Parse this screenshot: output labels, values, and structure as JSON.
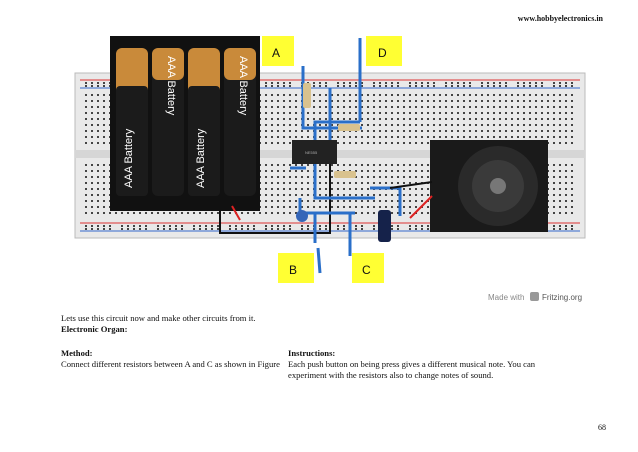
{
  "header": {
    "website": "www.hobbyelectronics.in"
  },
  "figure": {
    "labels": {
      "a": "A",
      "b": "B",
      "c": "C",
      "d": "D"
    },
    "battery_text": "AAA Battery",
    "ic_text": "NE555",
    "credit_prefix": "Made with",
    "credit_brand": "Fritzing.org"
  },
  "body": {
    "intro": "Lets use this circuit now and make other circuits from it.",
    "title": "Electronic Organ:",
    "method_heading": "Method:",
    "method_text": "Connect different resistors between A and C as shown in Figure",
    "instructions_heading": "Instructions:",
    "instructions_text": "Each push button on being press gives a different musical note. You can experiment with the resistors also to change notes of sound."
  },
  "footer": {
    "page_number": "68"
  },
  "colors": {
    "breadboard": "#e9e9e9",
    "wire_blue": "#2a6fc9",
    "label_box": "#ffff33",
    "battery_copper": "#c98a3a"
  }
}
